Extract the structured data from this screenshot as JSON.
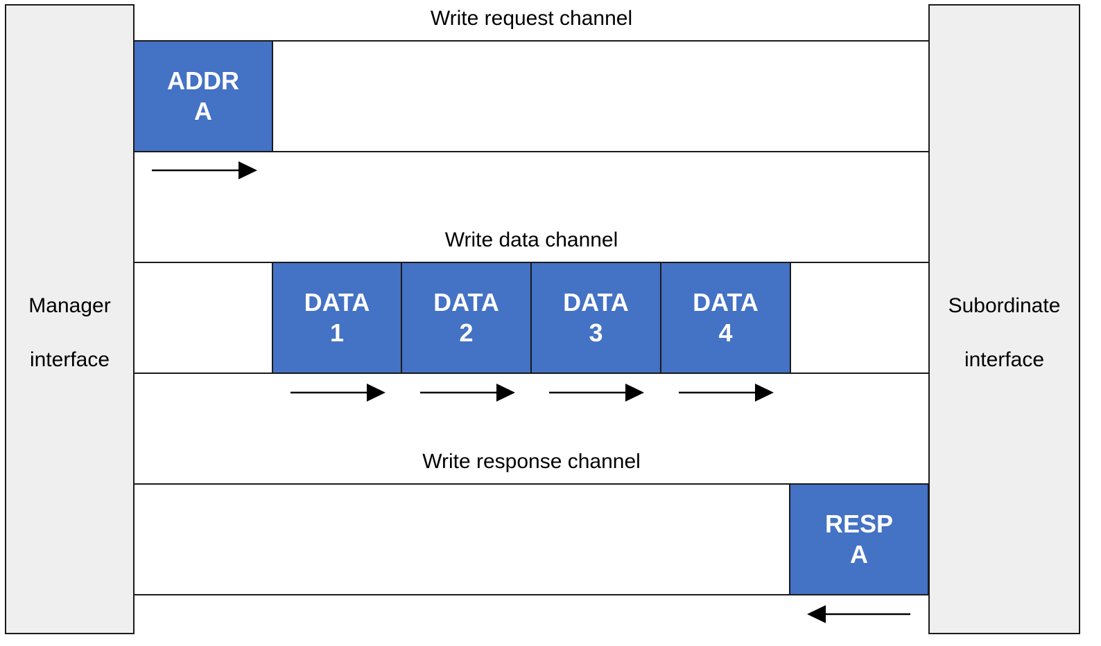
{
  "manager_interface": {
    "line1": "Manager",
    "line2": "interface"
  },
  "subordinate_interface": {
    "line1": "Subordinate",
    "line2": "interface"
  },
  "channels": {
    "write_request": {
      "title": "Write request channel",
      "block": {
        "line1": "ADDR",
        "line2": "A"
      },
      "arrow_direction": "right"
    },
    "write_data": {
      "title": "Write data channel",
      "blocks": [
        {
          "line1": "DATA",
          "line2": "1"
        },
        {
          "line1": "DATA",
          "line2": "2"
        },
        {
          "line1": "DATA",
          "line2": "3"
        },
        {
          "line1": "DATA",
          "line2": "4"
        }
      ],
      "arrow_direction": "right"
    },
    "write_response": {
      "title": "Write response channel",
      "block": {
        "line1": "RESP",
        "line2": "A"
      },
      "arrow_direction": "left"
    }
  },
  "colors": {
    "block_fill": "#4472c4",
    "interface_fill": "#efefef",
    "line": "#1a1a1a"
  }
}
